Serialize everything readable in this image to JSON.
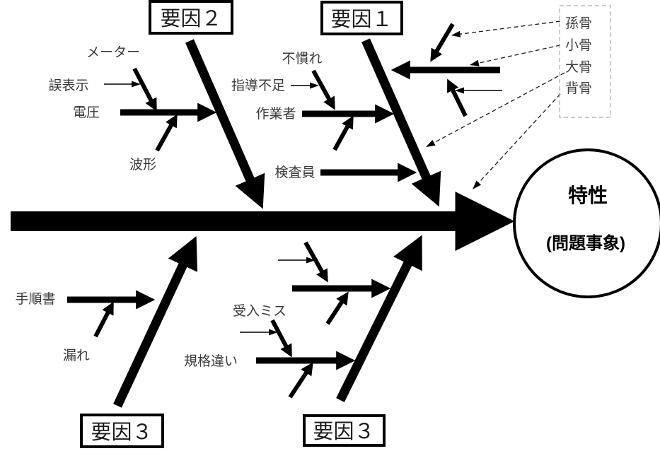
{
  "diagram": {
    "type": "fishbone-cause-effect",
    "effect": {
      "title": "特性",
      "subtitle": "(問題事象)"
    },
    "factor_boxes": [
      {
        "id": "factor-2",
        "label": "要因２"
      },
      {
        "id": "factor-1",
        "label": "要因１"
      },
      {
        "id": "factor-3-left",
        "label": "要因３"
      },
      {
        "id": "factor-3-mid",
        "label": "要因３"
      }
    ],
    "branches": {
      "factor2": {
        "causes": {
          "meter": "メーター",
          "mis_display": "誤表示",
          "voltage": "電圧",
          "waveform": "波形"
        }
      },
      "factor1": {
        "causes": {
          "unfamiliarity": "不慣れ",
          "insufficient_guidance": "指導不足",
          "operator": "作業者",
          "inspector": "検査員"
        }
      },
      "factor3_left": {
        "causes": {
          "procedure_manual": "手順書",
          "omission": "漏れ"
        }
      },
      "factor3_mid": {
        "causes": {
          "acceptance_mistake": "受入ミス",
          "spec_mismatch": "規格違い"
        }
      }
    },
    "legend": {
      "items": [
        {
          "label": "孫骨"
        },
        {
          "label": "小骨"
        },
        {
          "label": "大骨"
        },
        {
          "label": "背骨"
        }
      ]
    },
    "colors": {
      "bone": "#000000",
      "label_text": "#3a3a3a",
      "box_border": "#000000",
      "legend_border": "#ababab",
      "background": "#ffffff"
    }
  }
}
